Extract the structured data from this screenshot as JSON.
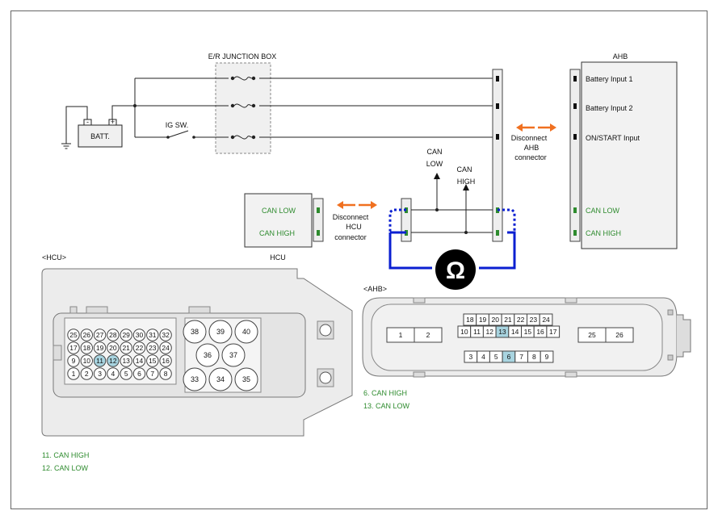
{
  "junction_box": {
    "title": "E/R JUNCTION BOX"
  },
  "battery": {
    "label": "BATT.",
    "neg": "-",
    "pos": "+"
  },
  "ig_switch": {
    "label": "IG SW."
  },
  "can_probe": {
    "low": [
      "CAN",
      "LOW"
    ],
    "high": [
      "CAN",
      "HIGH"
    ]
  },
  "ahb_disconnect": [
    "Disconnect",
    "AHB",
    "connector"
  ],
  "hcu_disconnect": [
    "Disconnect",
    "HCU",
    "connector"
  ],
  "ahb_box": {
    "title": "AHB",
    "pins": [
      "Battery Input 1",
      "Battery Input 2",
      "ON/START Input",
      "CAN LOW",
      "CAN HIGH"
    ]
  },
  "hcu_box": {
    "title": "HCU",
    "pins": [
      "CAN LOW",
      "CAN HIGH"
    ]
  },
  "ohm_symbol": "Ω",
  "hcu_connector": {
    "title": "<HCU>",
    "rows": [
      [
        "25",
        "26",
        "27",
        "28",
        "29",
        "30",
        "31",
        "32"
      ],
      [
        "17",
        "18",
        "19",
        "20",
        "21",
        "22",
        "23",
        "24"
      ],
      [
        "9",
        "10",
        "11",
        "12",
        "13",
        "14",
        "15",
        "16"
      ],
      [
        "1",
        "2",
        "3",
        "4",
        "5",
        "6",
        "7",
        "8"
      ]
    ],
    "big_cavities": [
      "38",
      "39",
      "40",
      "36",
      "37",
      "33",
      "34",
      "35"
    ],
    "highlight": [
      "11",
      "12"
    ],
    "legend": [
      "11. CAN HIGH",
      "12. CAN LOW"
    ]
  },
  "ahb_connector": {
    "title": "<AHB>",
    "top_row": [
      "18",
      "19",
      "20",
      "21",
      "22",
      "23",
      "24"
    ],
    "mid_row": [
      "10",
      "11",
      "12",
      "13",
      "14",
      "15",
      "16",
      "17"
    ],
    "bottom_row": [
      "3",
      "4",
      "5",
      "6",
      "7",
      "8",
      "9"
    ],
    "left_block": [
      "1",
      "2"
    ],
    "right_block": [
      "25",
      "26"
    ],
    "highlight": [
      "6",
      "13"
    ],
    "legend": [
      "6. CAN HIGH",
      "13. CAN LOW"
    ]
  },
  "colors": {
    "green": "#2e8b2e",
    "blue": "#0a1fd1",
    "orange": "#f07020",
    "pin_highlight": "#a8d4e0"
  }
}
